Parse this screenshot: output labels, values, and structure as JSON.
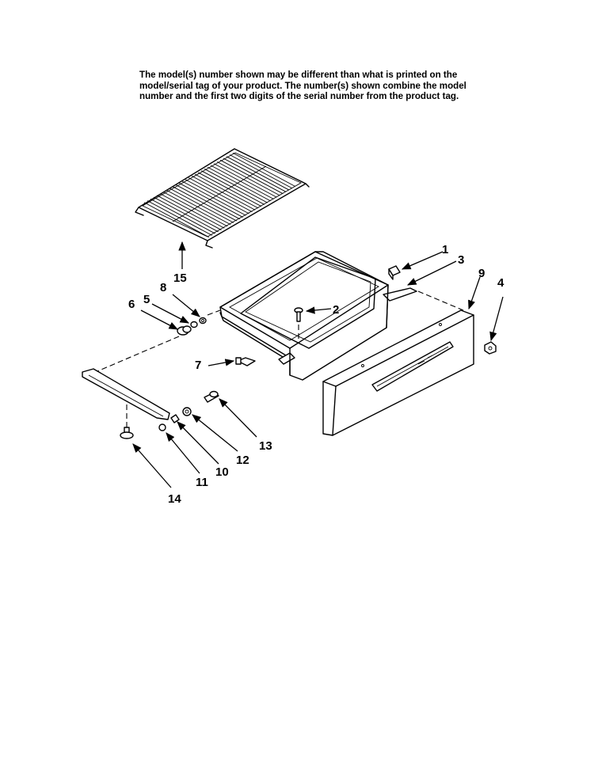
{
  "notice": {
    "lines": [
      "The model(s) number shown may be different than what is printed on the",
      "model/serial tag of your product. The number(s) shown combine the model",
      "number and the first two digits of the serial number from the product tag."
    ]
  },
  "callouts": {
    "c1": "1",
    "c2": "2",
    "c3": "3",
    "c4": "4",
    "c5": "5",
    "c6": "6",
    "c7": "7",
    "c8": "8",
    "c9": "9",
    "c10": "10",
    "c11": "11",
    "c12": "12",
    "c13": "13",
    "c14": "14",
    "c15": "15"
  }
}
